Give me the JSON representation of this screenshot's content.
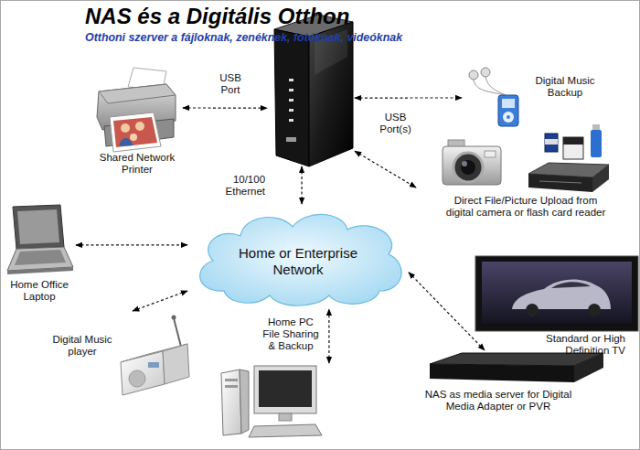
{
  "diagram": {
    "title": "NAS és a Digitális Otthon",
    "nodes": [
      {
        "text": [
          "Shared Network Printer"
        ]
      },
      {
        "text": []
      },
      {
        "text": [
          "Digital Music Backup"
        ]
      },
      {
        "text": [
          "Direct File/Picture Upload from digital camera or flash card reader"
        ]
      },
      {
        "text": [
          "Home Office Laptop"
        ]
      },
      {
        "text": [
          "Home or Enterprise Network"
        ]
      },
      {
        "text": [
          "Standard or High Definition TV"
        ]
      },
      {
        "text": [
          "Digital Music player"
        ]
      },
      {
        "text": [
          "Home PC File Sharing & Backup"
        ]
      },
      {
        "text": [
          "NAS as media server for Digital Media Adapter or PVR"
        ]
      }
    ],
    "edges": [
      {
        "from": 0,
        "to": 1,
        "label": "USB Port",
        "arrow": "both"
      },
      {
        "from": 1,
        "to": 2,
        "label": "USB Port(s)",
        "arrow": "both"
      },
      {
        "from": 1,
        "to": 3,
        "arrow": "both"
      },
      {
        "from": 1,
        "to": 5,
        "label": "10/100 Ethernet",
        "arrow": "both"
      },
      {
        "from": 4,
        "to": 5,
        "arrow": "both"
      },
      {
        "from": 7,
        "to": 5,
        "arrow": "both"
      },
      {
        "from": 8,
        "to": 5,
        "arrow": "both"
      },
      {
        "from": 5,
        "to": 9,
        "arrow": "both"
      }
    ],
    "labels": [
      "Otthoni szerver a fájloknak, zenéknek, fotóknak, videóknak"
    ]
  }
}
